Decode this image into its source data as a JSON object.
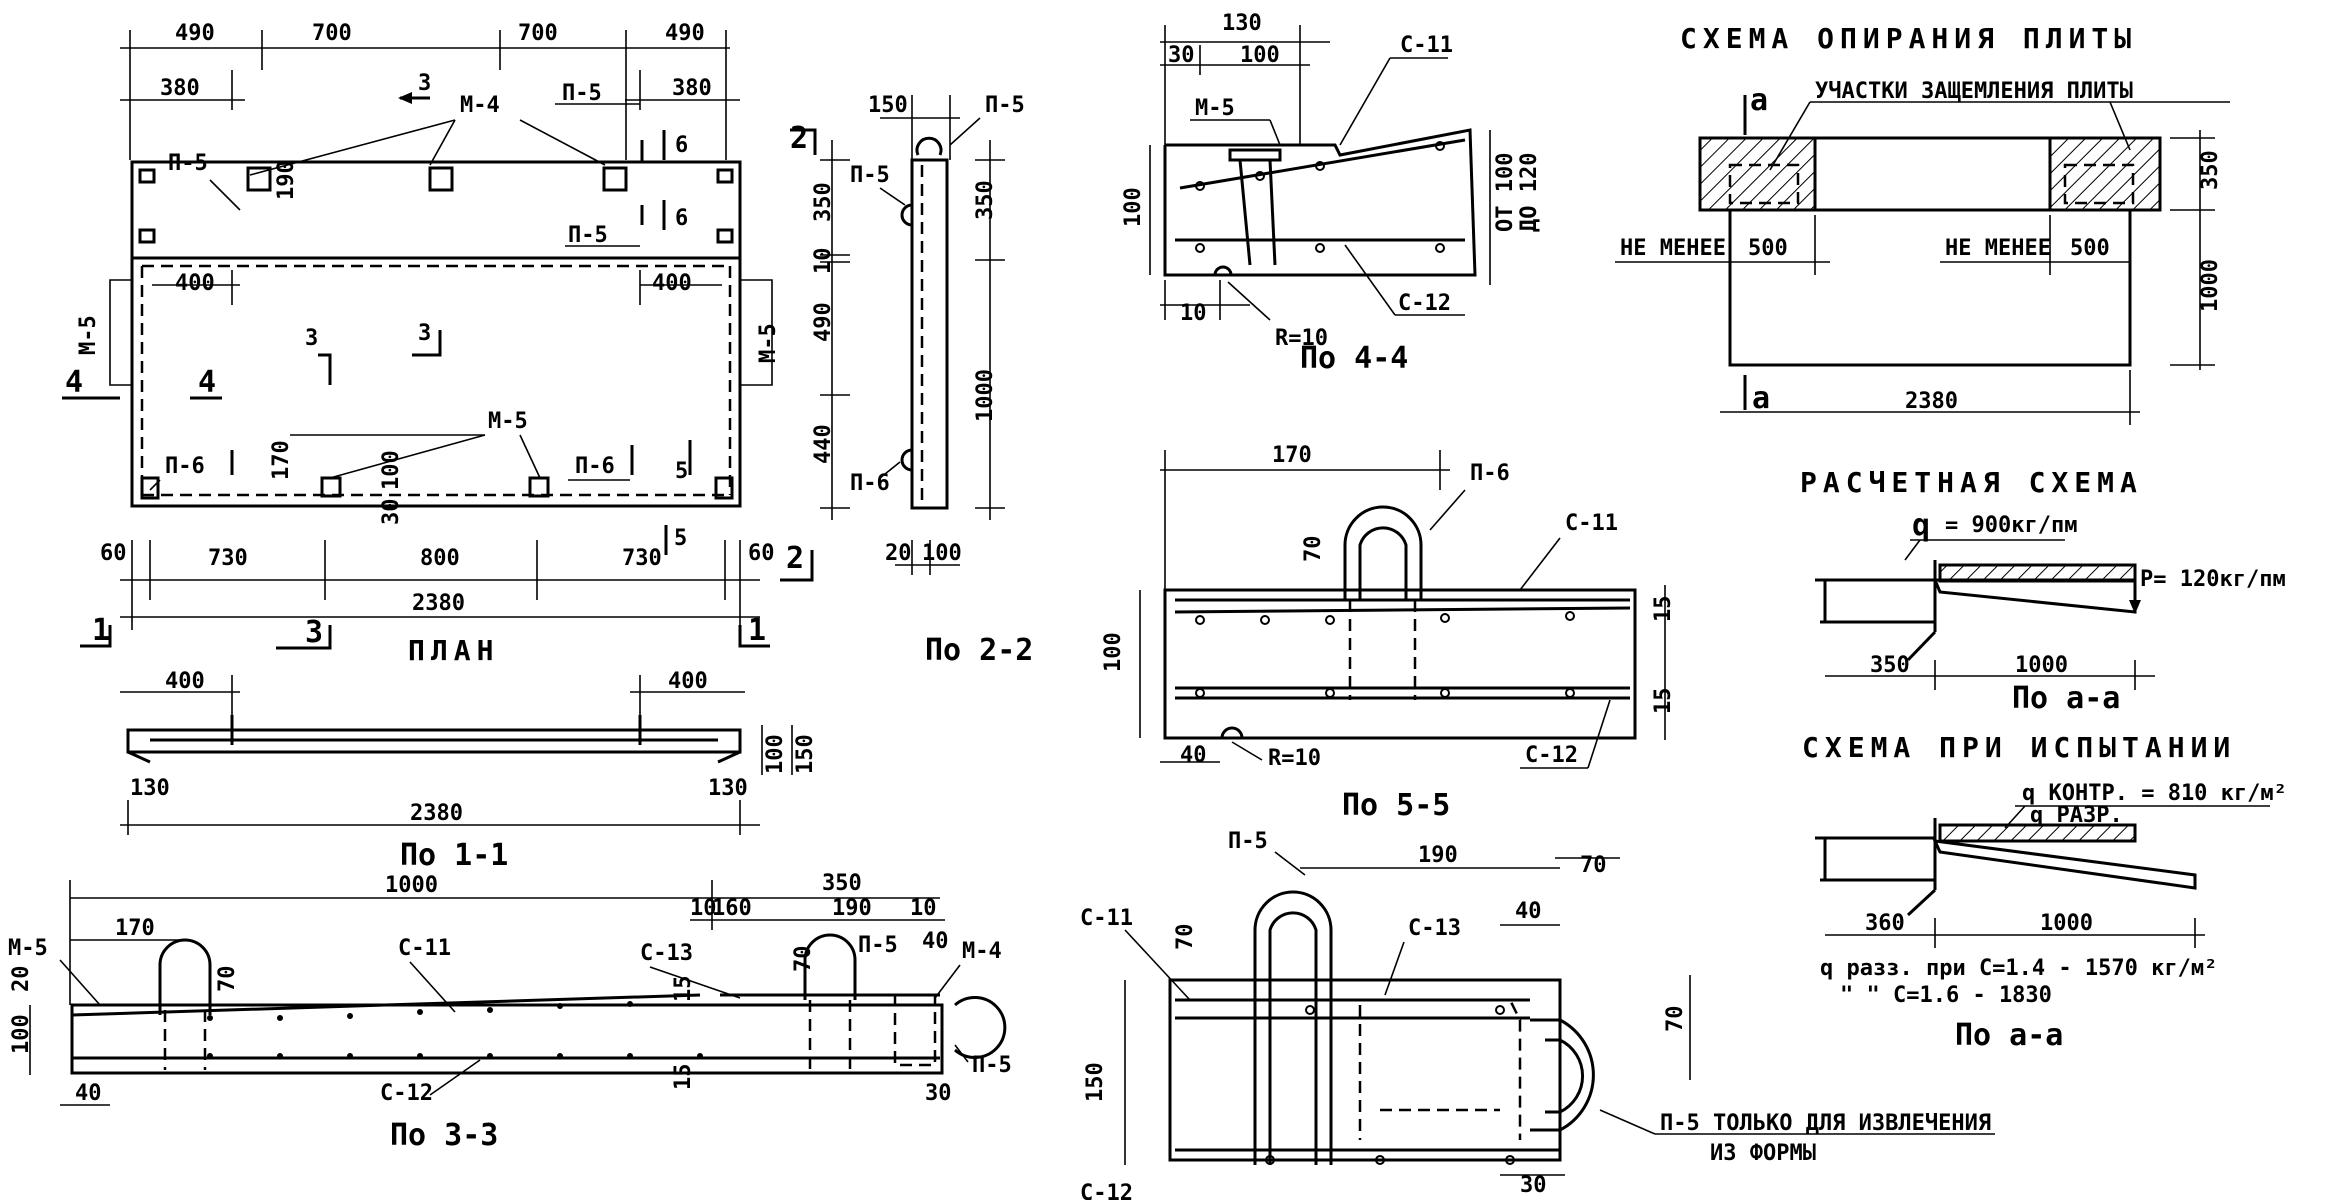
{
  "plan": {
    "top_dims": [
      "490",
      "700",
      "700",
      "490"
    ],
    "dim_380_left": "380",
    "dim_380_right": "380",
    "sec3_top": "3",
    "m4": "М-4",
    "p5_top": "П-5",
    "p5_left": "П-5",
    "p5_mid": "П-5",
    "dim_190": "190",
    "sec6_a": "6",
    "sec6_b": "6",
    "dim_400_l": "400",
    "dim_400_r": "400",
    "m5_left": "М-5",
    "m5_right": "М-5",
    "m5_bottom": "М-5",
    "sec4_a": "4",
    "sec4_b": "4",
    "sec3_mid_a": "3",
    "sec3_mid_b": "3",
    "p6_left": "П-6",
    "p6_right": "П-6",
    "dim_170": "170",
    "dim_100": "100",
    "dim_30": "30",
    "sec5_a": "5",
    "sec5_b": "5",
    "bottom_dims": [
      "60",
      "730",
      "800",
      "730",
      "60"
    ],
    "total": "2380",
    "sec1_l": "1",
    "sec1_r": "1",
    "sec3_bot": "3",
    "sec2_a": "2",
    "sec2_b": "2",
    "title": "ПЛАН"
  },
  "sec22": {
    "dim_150": "150",
    "p5_top": "П-5",
    "p5_left": "П-5",
    "p6": "П-6",
    "dim_350_l": "350",
    "dim_350_r": "350",
    "dim_10": "10",
    "dim_490": "490",
    "dim_440": "440",
    "dim_1000": "1000",
    "dim_20": "20",
    "dim_100": "100",
    "title": "По 2-2"
  },
  "sec11": {
    "dim_400_l": "400",
    "dim_400_r": "400",
    "dim_100": "100",
    "dim_150": "150",
    "dim_130_l": "130",
    "dim_130_r": "130",
    "total": "2380",
    "title": "По 1-1"
  },
  "sec33": {
    "dim_1000": "1000",
    "dim_350": "350",
    "dim_10_a": "10",
    "dim_10_b": "10",
    "dim_160": "160",
    "dim_190": "190",
    "dim_170": "170",
    "m5": "М-5",
    "c11": "С-11",
    "c13": "С-13",
    "p5_top": "П-5",
    "m4": "М-4",
    "p5_right": "П-5",
    "dim_40": "40",
    "dim_20": "20",
    "dim_100": "100",
    "dim_70_a": "70",
    "dim_70_b": "70",
    "dim_15_a": "15",
    "dim_15_b": "15",
    "dim_40_b": "40",
    "c12": "С-12",
    "dim_30": "30",
    "title": "По 3-3"
  },
  "sec44": {
    "dim_130": "130",
    "dim_30": "30",
    "dim_100_top": "100",
    "c11": "С-11",
    "m5": "М-5",
    "dim_100_left": "100",
    "dim_10": "10",
    "r10": "R=10",
    "c12": "С-12",
    "ot100": "ОТ 100",
    "do120": "ДО 120",
    "title": "По 4-4"
  },
  "sec55": {
    "dim_170": "170",
    "p6": "П-6",
    "c11": "С-11",
    "dim_70": "70",
    "dim_100": "100",
    "dim_15_a": "15",
    "dim_15_b": "15",
    "dim_40": "40",
    "r10": "R=10",
    "c12": "С-12",
    "title": "По 5-5"
  },
  "sec66": {
    "p5": "П-5",
    "dim_190": "190",
    "dim_70_top": "70",
    "c11": "С-11",
    "c13": "С-13",
    "dim_40": "40",
    "dim_70_left": "70",
    "dim_70_right": "70",
    "dim_150": "150",
    "note_1": "П-5 ТОЛЬКО ДЛЯ ИЗВЛЕЧЕНИЯ",
    "note_2": "ИЗ ФОРМЫ",
    "c12": "С-12",
    "dim_30": "30"
  },
  "support": {
    "title": "СХЕМА ОПИРАНИЯ ПЛИТЫ",
    "label": "УЧАСТКИ ЗАЩЕМЛЕНИЯ ПЛИТЫ",
    "sec_a_top": "а",
    "sec_a_bot": "а",
    "not_less_l": "НЕ МЕНЕЕ",
    "not_less_r": "НЕ МЕНЕЕ",
    "dim_500_l": "500",
    "dim_500_r": "500",
    "dim_350": "350",
    "dim_1000": "1000",
    "dim_2380": "2380"
  },
  "calc": {
    "title": "РАСЧЕТНАЯ СХЕМА",
    "q": "q",
    "q_val": "= 900кг/пм",
    "p_val": "Р= 120кг/пм",
    "dim_350": "350",
    "dim_1000": "1000",
    "caption": "По а-а"
  },
  "test": {
    "title": "СХЕМА ПРИ ИСПЫТАНИИ",
    "q_contr": "q КОНТР. = 810 кг/м²",
    "q_razr": "q РАЗР.",
    "dim_360": "360",
    "dim_1000": "1000",
    "note_1": "q разз. при С=1.4 - 1570 кг/м²",
    "note_2": "\"  \"  С=1.6 - 1830",
    "caption": "По а-а"
  }
}
